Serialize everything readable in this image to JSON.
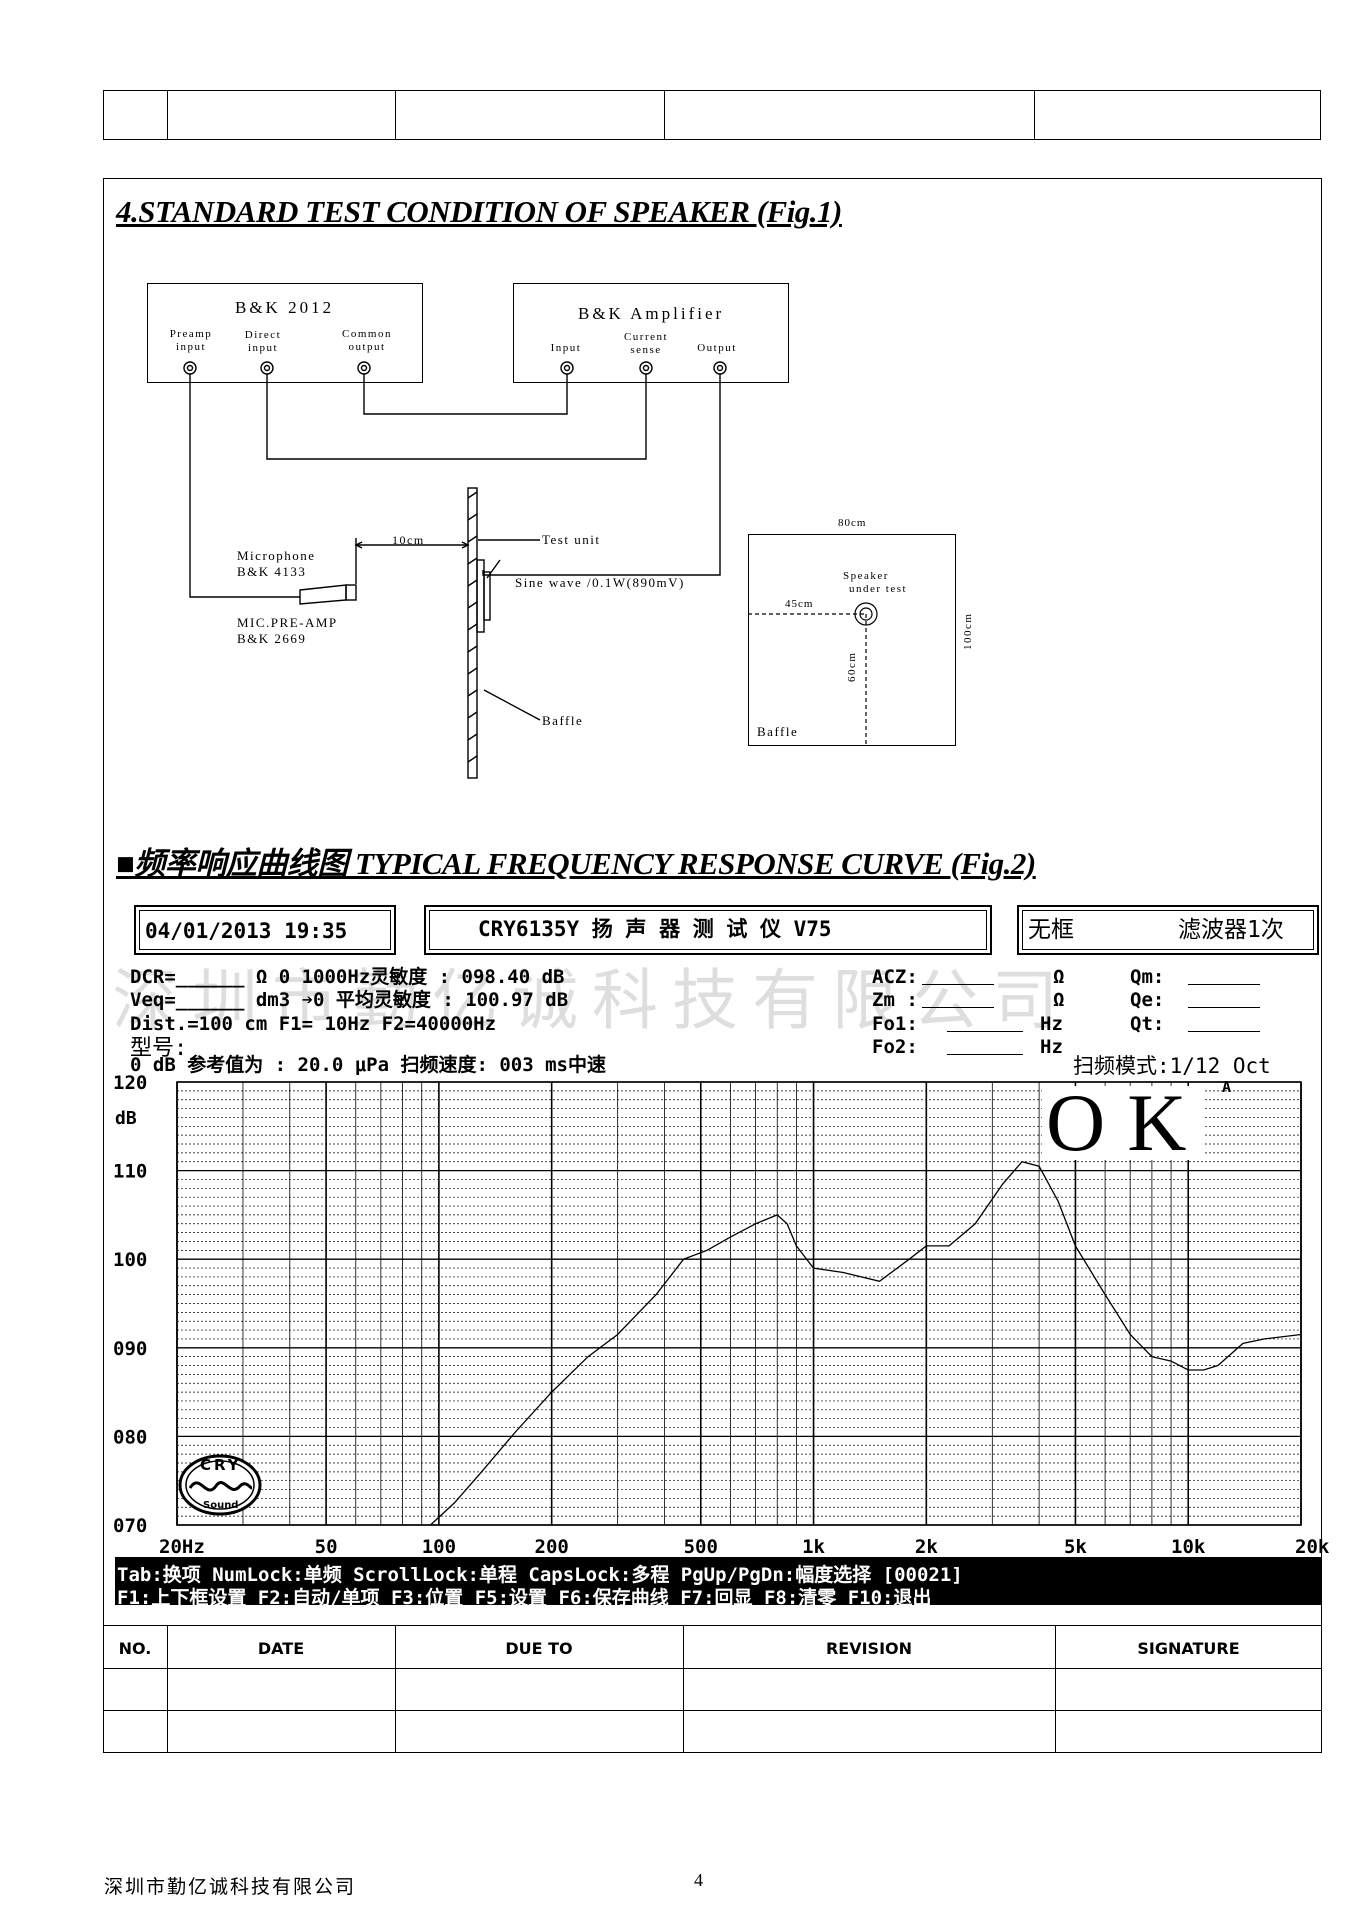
{
  "heading_standard": "4.STANDARD TEST CONDITION OF SPEAKER (Fig.1)",
  "heading_frequency": "■频率响应曲线图 TYPICAL FREQUENCY RESPONSE CURVE (Fig.2)",
  "setup_diagram": {
    "bk2012": {
      "title": "B&K 2012",
      "ports": [
        [
          "Preamp",
          "input"
        ],
        [
          "Direct",
          "input"
        ],
        [
          "Common",
          "output"
        ]
      ]
    },
    "amplifier": {
      "title": "B&K Amplifier",
      "ports": [
        [
          "Input"
        ],
        [
          "Current",
          "sense"
        ],
        [
          "Output"
        ]
      ]
    },
    "distance": "10cm",
    "microphone": [
      "Microphone",
      "B&K 4133"
    ],
    "preamp": [
      "MIC.PRE-AMP",
      "B&K 2669"
    ],
    "test_unit": "Test unit",
    "signal": "Sine wave /0.1W(890mV)",
    "baffle": "Baffle"
  },
  "baffle_diagram": {
    "width": "80cm",
    "height": "100cm",
    "horizontal_offset": "45cm",
    "vertical_offset": "60cm",
    "speaker_label": [
      "Speaker",
      "under test"
    ],
    "baffle": "Baffle"
  },
  "analyzer": {
    "datetime": "04/01/2013 19:35",
    "instrument": "CRY6135Y 扬 声 器 测 试 仪  V75",
    "mode_left": "无框",
    "mode_right": "滤波器1次",
    "line1": "DCR=______ Ω   0  1000Hz灵敏度 : 098.40 dB",
    "line2": "Veq=______ dm3  ➔0 平均灵敏度 : 100.97 dB",
    "line3": "Dist.=100 cm        F1=    10Hz  F2=40000Hz",
    "line4": "型号:",
    "line5": "  0 dB 参考值为 : 20.0 μPa 扫频速度: 003 ms中速",
    "right_params": [
      {
        "name": "ACZ:",
        "unit": "Ω",
        "name2": "Qm:"
      },
      {
        "name": "Zm :",
        "unit": "Ω",
        "name2": "Qe:"
      },
      {
        "name": "Fo1:",
        "unit": "Hz",
        "name2": "Qt:"
      },
      {
        "name": "Fo2:",
        "unit": "Hz",
        "name2": ""
      }
    ],
    "sweep_mode": "扫频模式:1/12 Oct",
    "verdict": "OK",
    "marker": "A",
    "logo_top": "CRY",
    "logo_bottom": "Sound",
    "status_line1": "Tab:换项 NumLock:单频 ScrollLock:单程 CapsLock:多程 PgUp/PgDn:幅度选择   [00021]",
    "status_line2": "F1:上下框设置 F2:自动/单项 F3:位置 F5:设置 F6:保存曲线 F7:回显 F8:清零 F10:退出",
    "watermark": "深圳市勤亿诚科技有限公司"
  },
  "chart_data": {
    "type": "line",
    "title": "",
    "xlabel": "",
    "ylabel": "dB",
    "x_scale": "log",
    "xlim": [
      20,
      20000
    ],
    "ylim": [
      70,
      120
    ],
    "x_ticks": [
      20,
      50,
      100,
      200,
      500,
      1000,
      2000,
      5000,
      10000,
      20000
    ],
    "x_tick_labels": [
      "20Hz",
      "50",
      "100",
      "200",
      "500",
      "1k",
      "2k",
      "5k",
      "10k",
      "20k"
    ],
    "y_ticks": [
      120,
      110,
      100,
      90,
      80,
      70
    ],
    "y_tick_labels": [
      "120",
      "110",
      "100",
      "090",
      "080",
      "070"
    ],
    "grid": true,
    "series": [
      {
        "x": [
          95,
          110,
          130,
          160,
          200,
          250,
          300,
          380,
          450,
          520,
          600,
          700,
          800,
          850,
          900,
          1000,
          1200,
          1500,
          1800,
          2000,
          2300,
          2700,
          3200,
          3600,
          4000,
          4500,
          5000,
          6000,
          7000,
          8000,
          9000,
          10000,
          11000,
          12000,
          14000,
          16000,
          20000
        ],
        "y": [
          70.0,
          72.5,
          76.0,
          80.5,
          85.0,
          89.0,
          91.5,
          96.0,
          100.0,
          101.0,
          102.5,
          104.0,
          105.0,
          104.0,
          101.5,
          99.0,
          98.5,
          97.5,
          100.0,
          101.5,
          101.5,
          104.0,
          108.5,
          111.0,
          110.5,
          106.5,
          101.5,
          96.0,
          91.5,
          89.0,
          88.5,
          87.5,
          87.5,
          88.0,
          90.5,
          91.0,
          91.5
        ]
      }
    ]
  },
  "revision_table": {
    "headers": [
      "NO.",
      "DATE",
      "DUE TO",
      "REVISION",
      "SIGNATURE"
    ],
    "rows": [
      [
        "",
        "",
        "",
        "",
        ""
      ],
      [
        "",
        "",
        "",
        "",
        ""
      ]
    ]
  },
  "footer": {
    "company": "深圳市勤亿诚科技有限公司",
    "page": "4"
  }
}
